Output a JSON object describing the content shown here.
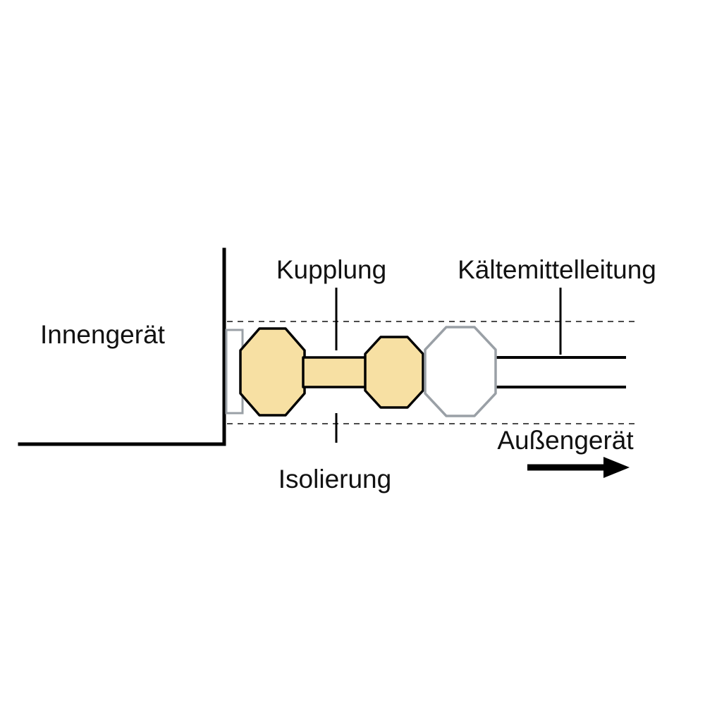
{
  "labels": {
    "indoor_unit": "Innengerät",
    "coupling": "Kupplung",
    "refrigerant_line": "Kältemittelleitung",
    "outdoor_unit": "Außengerät",
    "insulation": "Isolierung"
  },
  "colors": {
    "background": "#ffffff",
    "outline": "#000000",
    "brass_fill": "#f7e0a3",
    "light_outline": "#9aa0a6",
    "text": "#111111"
  }
}
